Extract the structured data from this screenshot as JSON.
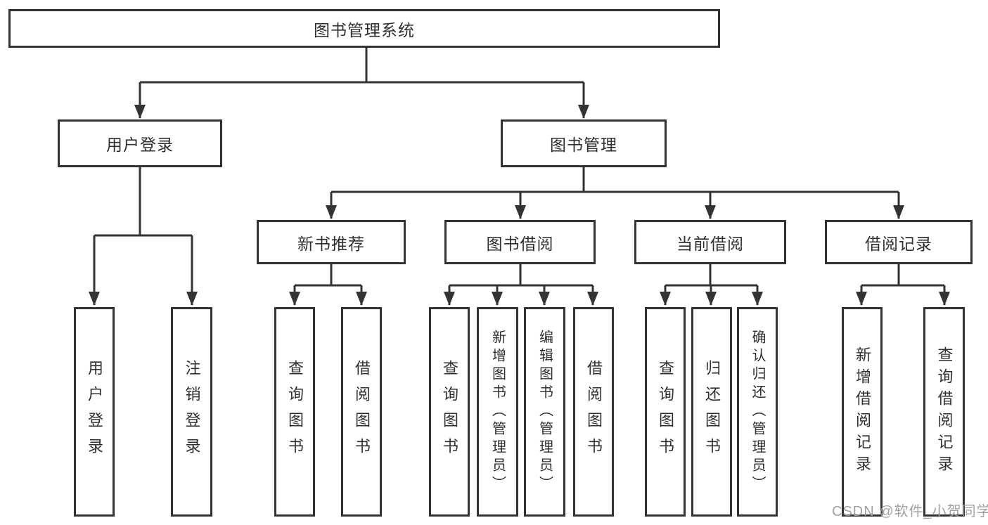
{
  "tree": {
    "root": {
      "label": "图书管理系统",
      "children": [
        {
          "label": "用户登录",
          "children": [
            {
              "label": "用户登录"
            },
            {
              "label": "注销登录"
            }
          ]
        },
        {
          "label": "图书管理",
          "children": [
            {
              "label": "新书推荐",
              "children": [
                {
                  "label": "查询图书"
                },
                {
                  "label": "借阅图书"
                }
              ]
            },
            {
              "label": "图书借阅",
              "children": [
                {
                  "label": "查询图书"
                },
                {
                  "label": "新增图书（管理员）"
                },
                {
                  "label": "编辑图书（管理员）"
                },
                {
                  "label": "借阅图书"
                }
              ]
            },
            {
              "label": "当前借阅",
              "children": [
                {
                  "label": "查询图书"
                },
                {
                  "label": "归还图书"
                },
                {
                  "label": "确认归还（管理员）"
                }
              ]
            },
            {
              "label": "借阅记录",
              "children": [
                {
                  "label": "新增借阅记录"
                },
                {
                  "label": "查询借阅记录"
                }
              ]
            }
          ]
        }
      ]
    }
  },
  "watermark": {
    "text": "CSDN @软件_小贺同学"
  },
  "colors": {
    "line": "#333333",
    "box_border": "#333333",
    "text": "#2f2f2f",
    "watermark": "#9a9a9a",
    "background": "#ffffff"
  }
}
